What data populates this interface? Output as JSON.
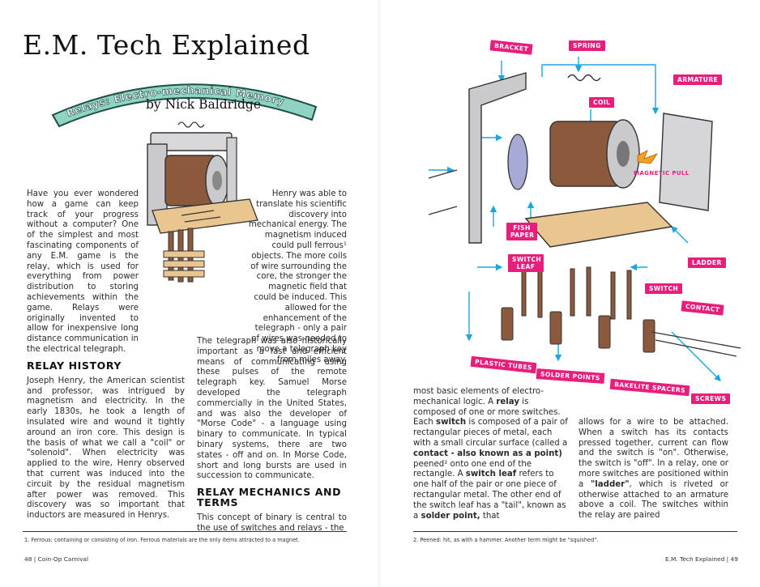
{
  "header": {
    "title": "E.M. Tech Explained",
    "banner": "Relays: Electro-mechanical Memory",
    "byline": "by Nick Baldridge"
  },
  "left": {
    "intro_left": "Have you ever wondered how a game can keep track of your progress without a computer? One of the simplest and most fascinating components of any E.M. game is the relay, which is used for everything from power distribution to storing achievements within the game. Relays were originally invented to allow for inexpensive long distance communication in the electrical telegraph.",
    "intro_right": "Henry was able to translate his scientific discovery into mechanical energy. The magnetism induced could pull ferrous¹ objects. The more coils of wire surrounding the core, the stronger the magnetic field that could be induced. This allowed for the enhancement of the telegraph - only a pair of wires was needed to move a telegraph key from miles away.",
    "telegraph": "The telegraph was also historically important as a fast and efficient means of communicating using these pulses of the remote telegraph key. Samuel Morse developed the telegraph commercially in the United States, and was also the developer of \"Morse Code\" - a language using binary to communicate. In typical binary systems, there are two states - off and on. In Morse Code, short and long bursts are used in succession to communicate.",
    "history_heading": "RELAY HISTORY",
    "history": "Joseph Henry, the American scientist and professor, was intrigued by magnetism and electricity. In the early 1830s, he took a length of insulated wire and wound it tightly around an iron core. This design is the basis of what we call a \"coil\" or \"solenoid\". When electricity was applied to the wire, Henry observed that current was induced into the circuit by the residual magnetism after power was removed. This discovery was so important that inductors are measured in Henrys.",
    "mechanics_heading": "RELAY MECHANICS AND TERMS",
    "mechanics": "This concept of binary is central to the use of switches and relays - the",
    "footnote": "1. Ferrous: containing or consisting of iron. Ferrous materials are the only items attracted to a magnet.",
    "folio_number": "48",
    "folio_title": "Coin-Op Carnival"
  },
  "right": {
    "diagram_labels": {
      "bracket": "BRACKET",
      "spring": "SPRING",
      "armature": "ARMATURE",
      "coil": "COIL",
      "magnetic_pull": "MAGNETIC PULL",
      "fish_paper": "FISH PAPER",
      "switch_leaf": "SWITCH LEAF",
      "ladder": "LADDER",
      "switch": "SWITCH",
      "contact": "CONTACT",
      "plastic_tubes": "PLASTIC TUBES",
      "solder_points": "SOLDER POINTS",
      "bakelite_spacers": "BAKELITE SPACERS",
      "screws": "SCREWS"
    },
    "col1": {
      "lead": "most basic elements of electro-mechanical logic. A",
      "relay_word": "relay",
      "after_relay": "is composed of one or more switches. Each",
      "switch_word": "switch",
      "after_switch": "is composed of a pair of rectangular pieces of metal, each with a small circular surface (called a",
      "contact_phrase": "contact - also known as a point)",
      "after_contact": "peened² onto one end of the rectangle. A",
      "leaf_word": "switch leaf",
      "after_leaf": "refers to one half of the pair or one piece of rectangular metal. The other end of the switch leaf has a \"tail\", known as a",
      "solder_word": "solder point,",
      "after_solder": "that"
    },
    "col2": {
      "text1": "allows for a wire to be attached. When a switch has its contacts pressed together, current can flow and the switch is \"on\". Otherwise, the switch is \"off\". In a relay, one or more switches are positioned within a",
      "ladder_word": "\"ladder\"",
      "text2": ", which is riveted or otherwise attached to an armature above a coil. The switches within the relay are paired"
    },
    "footnote": "2. Peened: hit, as with a hammer. Another term might be \"squished\".",
    "folio_title": "E.M. Tech Explained",
    "folio_number": "49"
  },
  "colors": {
    "accent": "#e91d7b",
    "arrow": "#1aa6e0",
    "banner_fill": "#8fd3c2",
    "coil": "#8b5a3c",
    "ladder": "#e9c58f"
  }
}
